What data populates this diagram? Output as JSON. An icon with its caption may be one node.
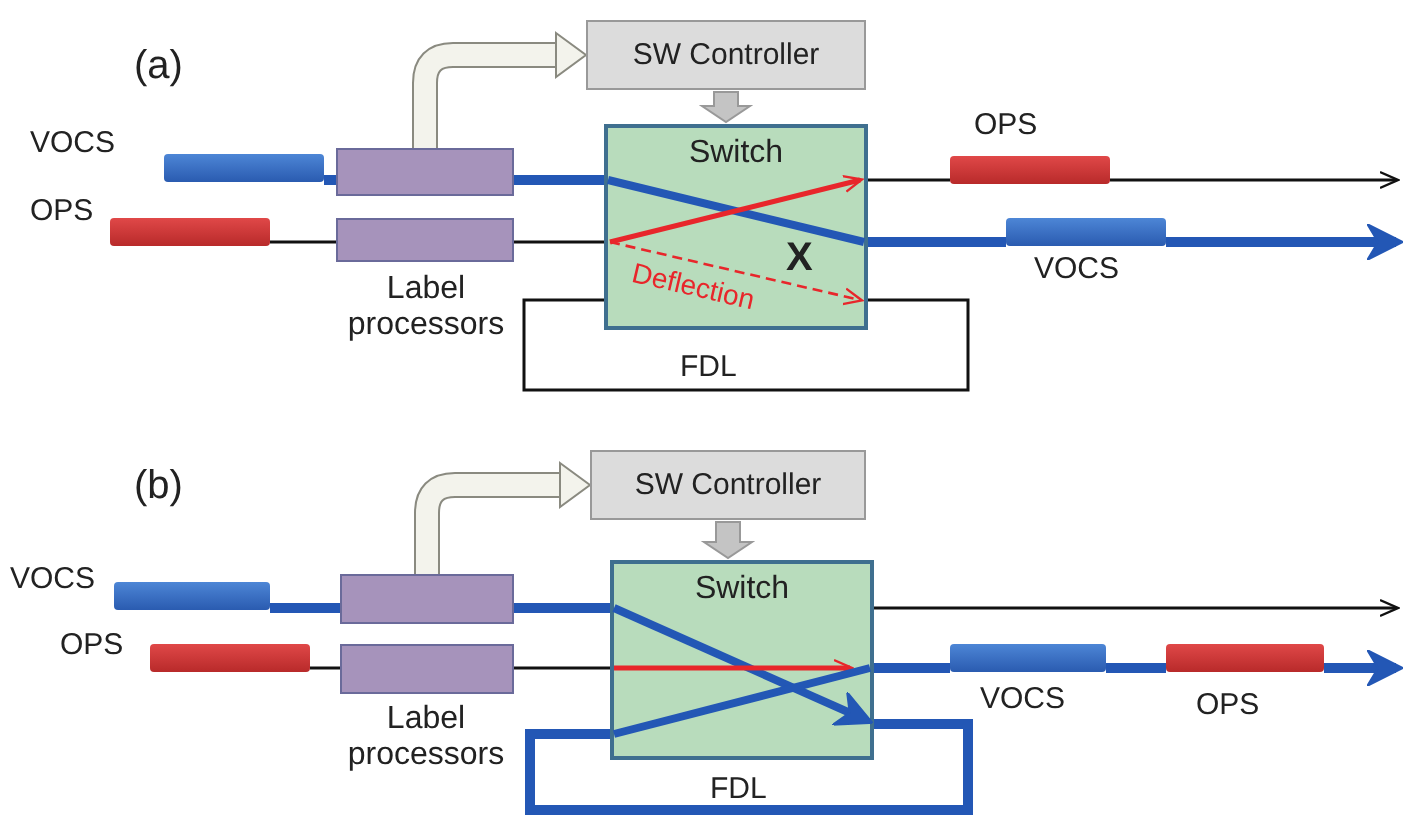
{
  "diagram": {
    "nodes": [
      {
        "text": [
          "SW Controller"
        ]
      },
      {
        "text": [
          "Switch"
        ]
      },
      {
        "text": [],
        "shape": "box"
      },
      {
        "text": [],
        "shape": "box"
      },
      {
        "text": [],
        "shape": "bar",
        "beside": [
          "VOCS"
        ]
      },
      {
        "text": [],
        "shape": "bar",
        "beside": [
          "OPS"
        ]
      },
      {
        "text": [],
        "shape": "bar",
        "beside": [
          "OPS"
        ]
      },
      {
        "text": [],
        "shape": "bar",
        "beside": [
          "VOCS"
        ]
      },
      {
        "text": [
          "SW Controller"
        ]
      },
      {
        "text": [
          "Switch"
        ]
      },
      {
        "text": [],
        "shape": "box"
      },
      {
        "text": [],
        "shape": "box"
      },
      {
        "text": [],
        "shape": "bar",
        "beside": [
          "VOCS"
        ]
      },
      {
        "text": [],
        "shape": "bar",
        "beside": [
          "OPS"
        ]
      },
      {
        "text": [],
        "shape": "bar",
        "beside": [
          "VOCS"
        ]
      },
      {
        "text": [],
        "shape": "bar",
        "beside": [
          "OPS"
        ]
      }
    ],
    "edges": [
      {
        "from": 2,
        "to": 0,
        "arrow": "to",
        "style": "thick",
        "color": "#8a8a80"
      },
      {
        "from": 0,
        "to": 1,
        "arrow": "to",
        "style": "thick",
        "color": "#999999"
      },
      {
        "from": 4,
        "to": 2,
        "arrow": "none"
      },
      {
        "from": 2,
        "to": 1,
        "arrow": "none"
      },
      {
        "from": 5,
        "to": 3,
        "arrow": "none",
        "color": "#111111"
      },
      {
        "from": 3,
        "to": 1,
        "arrow": "none",
        "color": "#111111"
      },
      {
        "from": 1,
        "to": 6,
        "arrow": "none",
        "color": "#111111"
      },
      {
        "from": 6,
        "to": null,
        "arrow": "to",
        "color": "#111111"
      },
      {
        "from": 1,
        "to": 7,
        "arrow": "none"
      },
      {
        "from": 7,
        "to": null,
        "arrow": "to"
      },
      {
        "from": 1,
        "to": 1,
        "arrow": "none",
        "label": "FDL",
        "color": "#111111"
      },
      {
        "from": 10,
        "to": 8,
        "arrow": "to",
        "style": "thick",
        "color": "#8a8a80"
      },
      {
        "from": 8,
        "to": 9,
        "arrow": "to",
        "style": "thick",
        "color": "#999999"
      },
      {
        "from": 12,
        "to": 10,
        "arrow": "none"
      },
      {
        "from": 10,
        "to": 9,
        "arrow": "none"
      },
      {
        "from": 13,
        "to": 11,
        "arrow": "none",
        "color": "#111111"
      },
      {
        "from": 11,
        "to": 9,
        "arrow": "none",
        "color": "#111111"
      },
      {
        "from": 9,
        "to": null,
        "arrow": "to",
        "color": "#111111"
      },
      {
        "from": 9,
        "to": 14,
        "arrow": "none"
      },
      {
        "from": 14,
        "to": 15,
        "arrow": "none"
      },
      {
        "from": 15,
        "to": null,
        "arrow": "to"
      },
      {
        "from": 9,
        "to": 9,
        "arrow": "none",
        "label": "FDL"
      }
    ],
    "labels": [
      "(a)",
      "Label processors",
      "Deflection",
      "X",
      "(b)",
      "Label processors"
    ]
  }
}
